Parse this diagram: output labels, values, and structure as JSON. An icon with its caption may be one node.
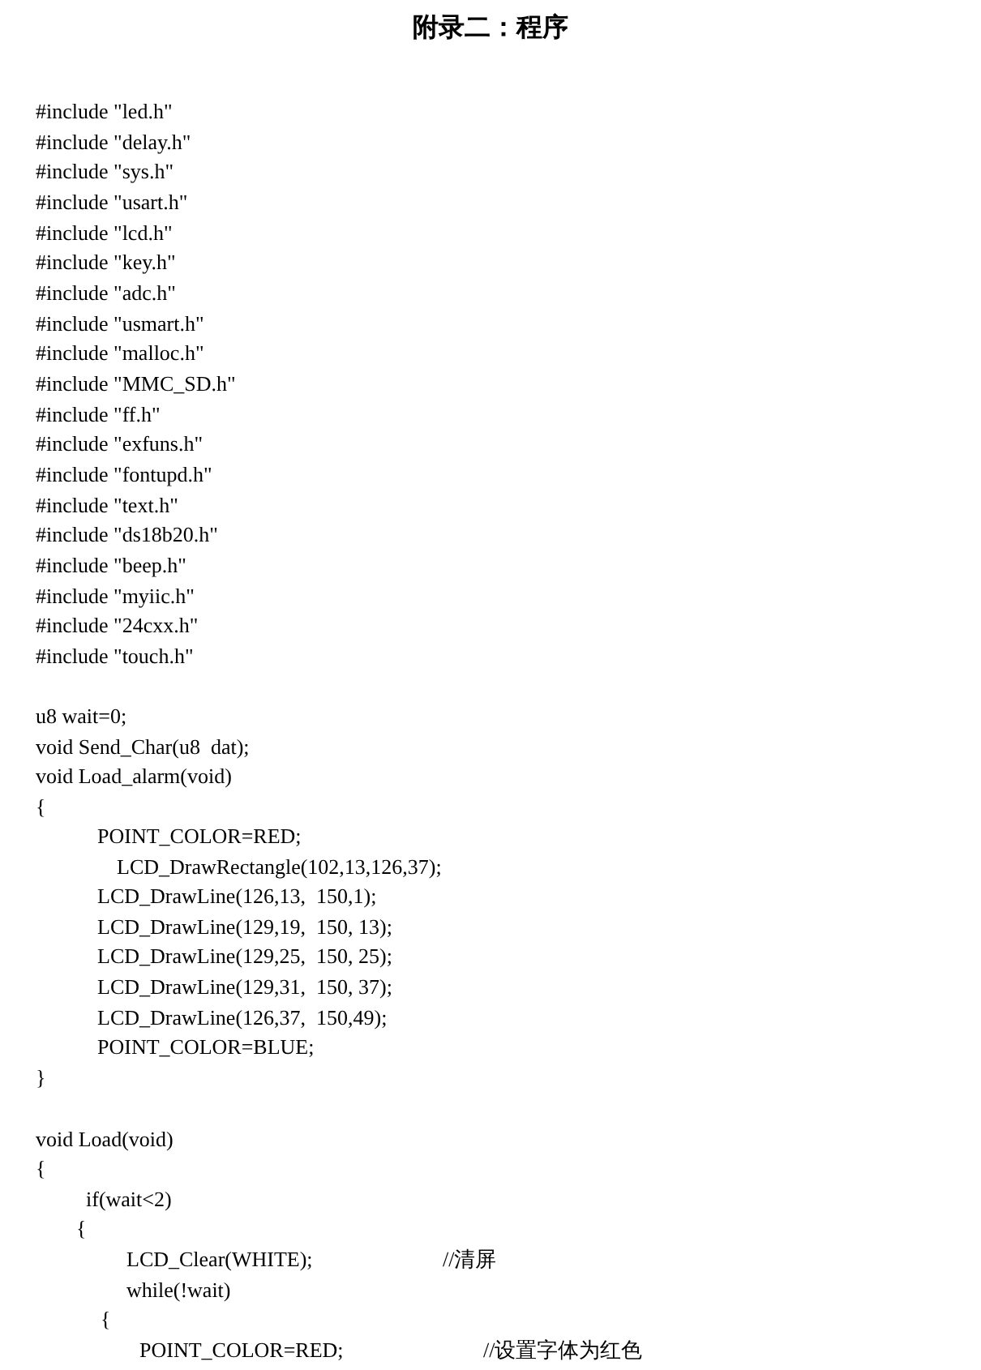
{
  "diagram": {
    "title": "附录二：程序",
    "labels": [
      "#include \"led.h\"",
      "#include \"delay.h\"",
      "#include \"sys.h\"",
      "#include \"usart.h\"",
      "#include \"lcd.h\"",
      "#include \"key.h\"",
      "#include \"adc.h\"",
      "#include \"usmart.h\"",
      "#include \"malloc.h\"",
      "#include \"MMC_SD.h\"",
      "#include \"ff.h\"",
      "#include \"exfuns.h\"",
      "#include \"fontupd.h\"",
      "#include \"text.h\"",
      "#include \"ds18b20.h\"",
      "#include \"beep.h\"",
      "#include \"myiic.h\"",
      "#include \"24cxx.h\"",
      "#include \"touch.h\"",
      "u8 wait=0;",
      "void Send_Char(u8  dat);",
      "void Load_alarm(void)",
      "{",
      "POINT_COLOR=RED;",
      "LCD_DrawRectangle(102,13,126,37);",
      "LCD_DrawLine(126,13,  150,1);",
      "LCD_DrawLine(129,19,  150, 13);",
      "LCD_DrawLine(129,25,  150, 25);",
      "LCD_DrawLine(129,31,  150, 37);",
      "LCD_DrawLine(126,37,  150,49);",
      "POINT_COLOR=BLUE;",
      "}",
      "void Load(void)",
      "{",
      "if(wait<2)",
      "{",
      "LCD_Clear(WHITE);",
      "//清屏",
      "while(!wait)",
      "{",
      "POINT_COLOR=RED;",
      "//设置字体为红色"
    ]
  }
}
